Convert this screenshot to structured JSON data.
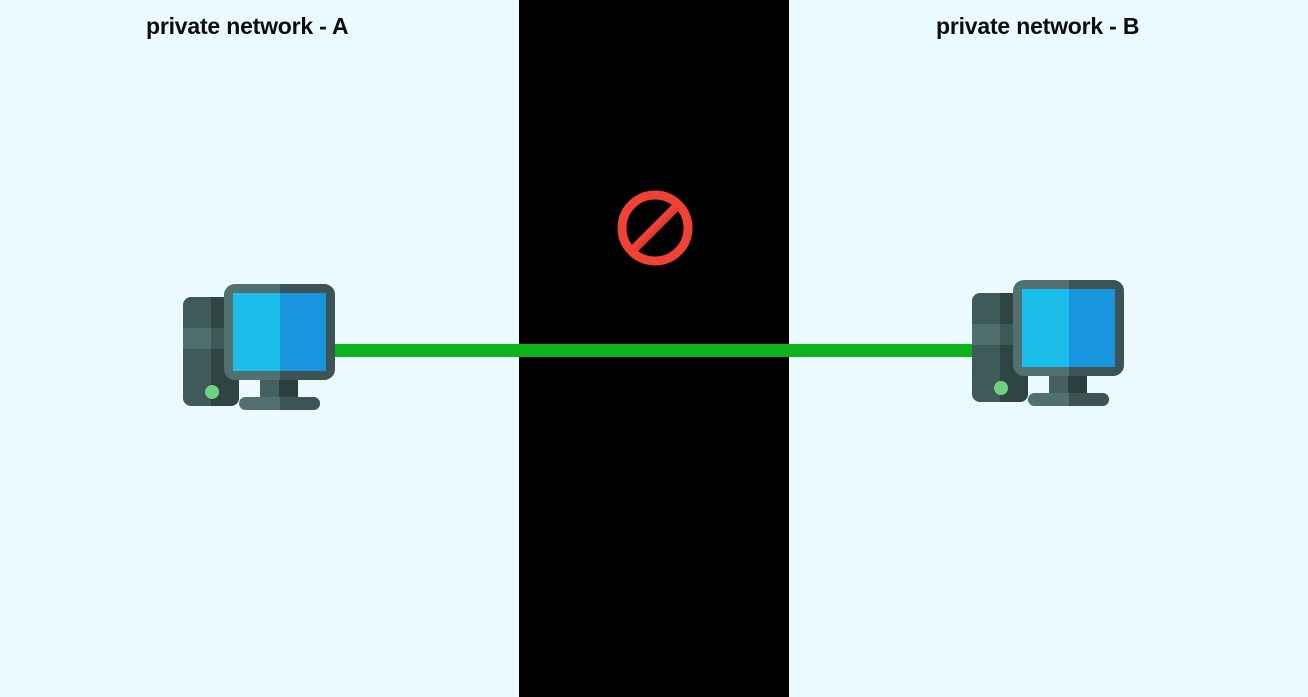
{
  "diagram": {
    "title_a": "private network - A",
    "title_b": "private network - B",
    "background_color": "#eafaff",
    "block_band_color": "#000000",
    "link_color": "#0cb31b",
    "prohibit_color": "#ef4136",
    "icons": {
      "prohibit": "prohibition-sign",
      "computer_a": "desktop-computer",
      "computer_b": "desktop-computer"
    },
    "nodes": [
      {
        "id": "a",
        "label": "private network - A",
        "icon": "desktop-computer"
      },
      {
        "id": "b",
        "label": "private network - B",
        "icon": "desktop-computer"
      }
    ],
    "connection": {
      "from": "a",
      "to": "b",
      "state": "blocked",
      "color": "#0cb31b"
    }
  }
}
